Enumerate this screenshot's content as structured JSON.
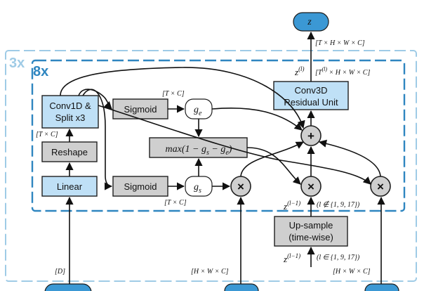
{
  "repeat_outer": "3x",
  "repeat_inner": "8x",
  "output_node": "z",
  "output_shape": "[T × H × W × C]",
  "z_l_label": "z",
  "z_l_sup": "(l)",
  "z_l_shape": "[T",
  "z_l_shape_sup": "(l)",
  "z_l_shape_rest": " × H × W × C]",
  "conv3d": {
    "line1": "Conv3D",
    "line2": "Residual Unit"
  },
  "conv1d": {
    "line1": "Conv1D &",
    "line2": "Split x3"
  },
  "reshape": "Reshape",
  "linear": "Linear",
  "sigmoid_top": "Sigmoid",
  "sigmoid_bottom": "Sigmoid",
  "ge": {
    "base": "g",
    "sub": "e"
  },
  "gs": {
    "base": "g",
    "sub": "s"
  },
  "maxexpr": {
    "a": "max(1 − g",
    "b": "s",
    "c": " − g",
    "d": "e",
    "e": ")"
  },
  "shape_TC_top": "[T × C]",
  "shape_TC_left": "[T × C]",
  "shape_TC_bottom": "[T × C]",
  "plus_symbol": "+",
  "times_symbol": "×",
  "upsample": {
    "line1": "Up-sample",
    "line2": "(time-wise)"
  },
  "zl1_upper": {
    "z": "z",
    "sup": "(l−1)",
    "cond": "(l ∉ {1, 9, 17})"
  },
  "zl1_lower": {
    "z": "z",
    "sup": "(l−1)",
    "cond": "(l ∈ {1, 9, 17})"
  },
  "input_D": "[D]",
  "input_HWC_mid": "[H × W × C]",
  "input_HWC_right": "[H × W × C]"
}
